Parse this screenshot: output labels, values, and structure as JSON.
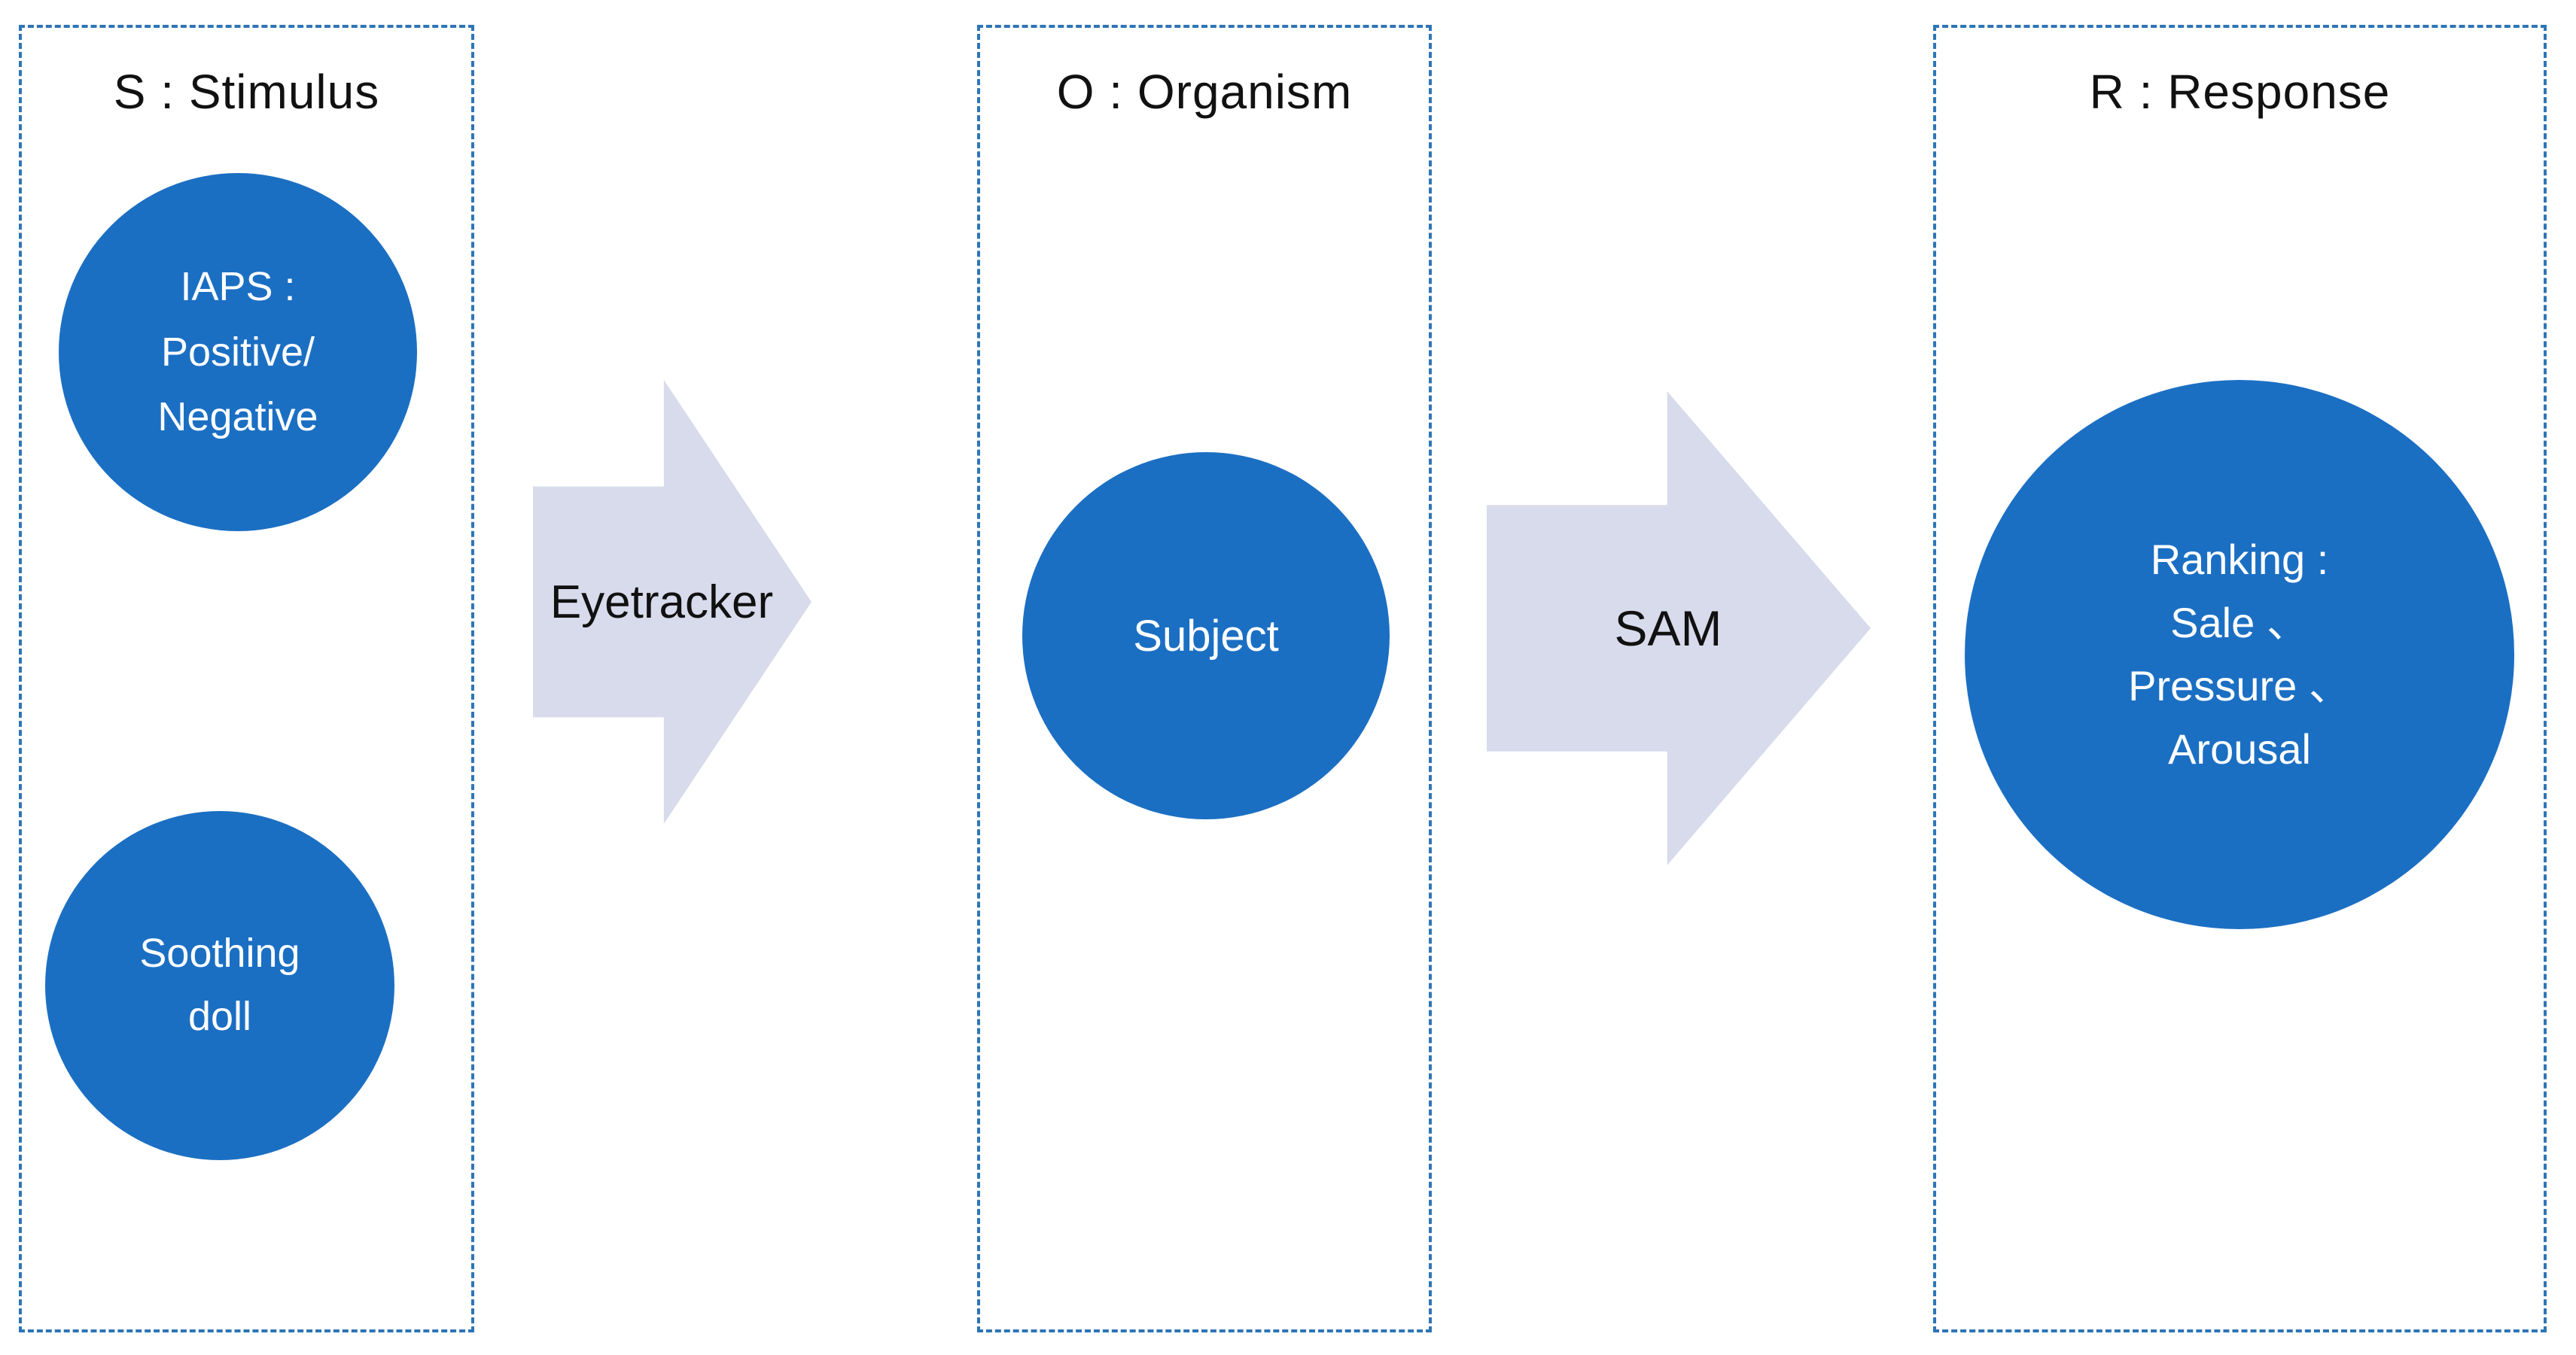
{
  "diagram": {
    "model": "S-O-R",
    "columns": [
      {
        "id": "stimulus",
        "title": "S : Stimulus",
        "nodes": [
          {
            "id": "iaps",
            "label_lines": [
              "IAPS :",
              "Positive/",
              "Negative"
            ]
          },
          {
            "id": "soothing-doll",
            "label_lines": [
              "Soothing",
              "doll"
            ]
          }
        ]
      },
      {
        "id": "organism",
        "title": "O : Organism",
        "nodes": [
          {
            "id": "subject",
            "label_lines": [
              "Subject"
            ]
          }
        ]
      },
      {
        "id": "response",
        "title": "R : Response",
        "nodes": [
          {
            "id": "ranking",
            "label_lines": [
              "Ranking :",
              "Sale 、",
              "Pressure 、",
              "Arousal"
            ]
          }
        ]
      }
    ],
    "arrows": [
      {
        "id": "eyetracker",
        "label": "Eyetracker",
        "from": "stimulus",
        "to": "organism"
      },
      {
        "id": "sam",
        "label": "SAM",
        "from": "organism",
        "to": "response"
      }
    ],
    "colors": {
      "circle_fill": "#1B6FC3",
      "circle_text": "#FFFFFF",
      "arrow_fill": "#D8DBEB",
      "arrow_text": "#111111",
      "box_border": "#2E75B6",
      "title_text": "#111111",
      "background": "#FFFFFF"
    }
  }
}
